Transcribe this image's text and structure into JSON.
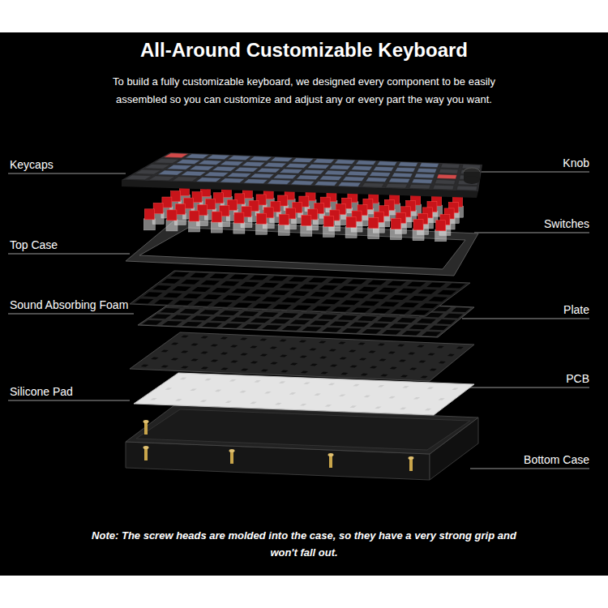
{
  "diagram": {
    "title": "All-Around Customizable Keyboard",
    "caption": "Note: The screw heads are molded into the case, so they have a very strong grip and won't fall out.",
    "labels": [
      "To build a fully customizable keyboard, we designed every component to be easily assembled so you can customize and adjust any or every part the way you want.",
      "Keycaps",
      "Knob",
      "Switches",
      "Top Case",
      "Sound Absorbing Foam",
      "Plate",
      "PCB",
      "Silicone Pad",
      "Bottom Case"
    ]
  }
}
